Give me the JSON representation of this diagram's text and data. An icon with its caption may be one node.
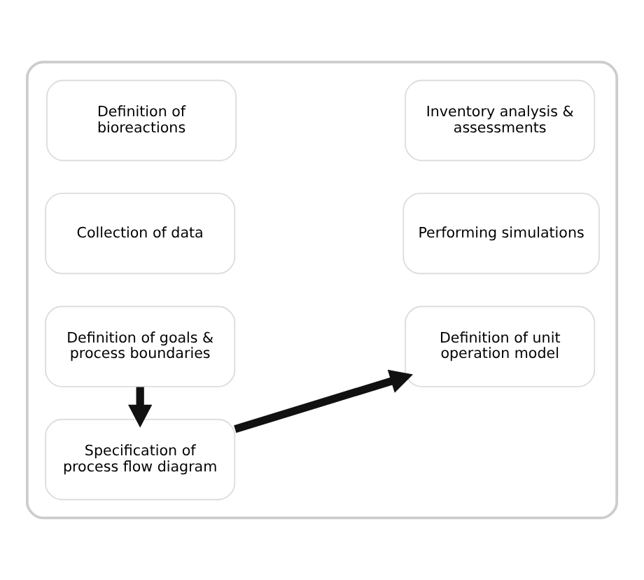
{
  "diagram": {
    "nodes": [
      {
        "text": [],
        "shape": "box"
      },
      {
        "text": [
          "Definition of bioreactions"
        ],
        "in": 0
      },
      {
        "text": [
          "Inventory analysis & assessments"
        ],
        "in": 0
      },
      {
        "text": [
          "Collection of data"
        ],
        "in": 0
      },
      {
        "text": [
          "Performing simulations"
        ],
        "in": 0
      },
      {
        "text": [
          "Definition of goals & process boundaries"
        ],
        "in": 0
      },
      {
        "text": [
          "Definition of unit operation model"
        ],
        "in": 0
      },
      {
        "text": [
          "Specification of process flow diagram"
        ],
        "in": 0
      }
    ],
    "edges": [
      {
        "from": 5,
        "to": 7,
        "arrow": "to"
      },
      {
        "from": 7,
        "to": 6,
        "arrow": "to"
      }
    ]
  }
}
